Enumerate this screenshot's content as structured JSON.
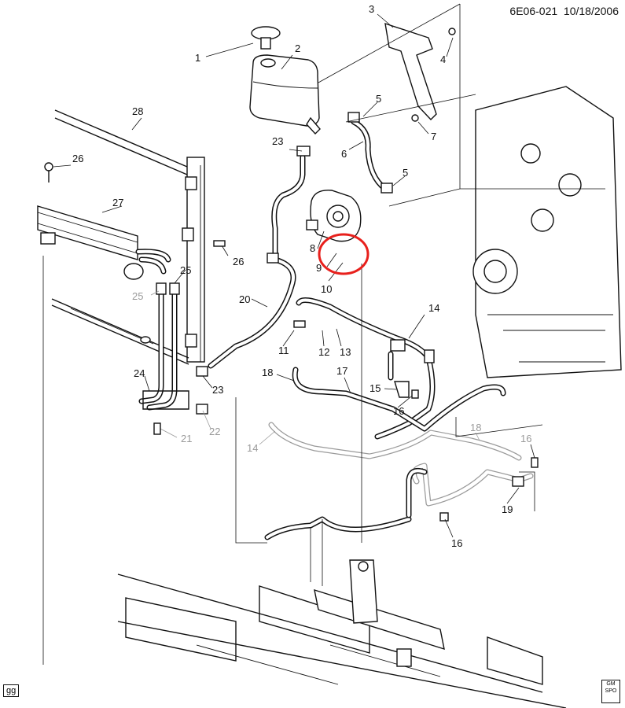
{
  "header": {
    "drawing_id": "6E06-021",
    "date": "10/18/2006"
  },
  "footer": {
    "left_tag": "gg",
    "right_logo": "GM SPO"
  },
  "callouts": [
    {
      "id": "c1",
      "label": "1",
      "gray": false
    },
    {
      "id": "c2",
      "label": "2",
      "gray": false
    },
    {
      "id": "c3",
      "label": "3",
      "gray": false
    },
    {
      "id": "c4",
      "label": "4",
      "gray": false
    },
    {
      "id": "c5a",
      "label": "5",
      "gray": false
    },
    {
      "id": "c5b",
      "label": "5",
      "gray": false
    },
    {
      "id": "c6",
      "label": "6",
      "gray": false
    },
    {
      "id": "c7",
      "label": "7",
      "gray": false
    },
    {
      "id": "c8",
      "label": "8",
      "gray": false
    },
    {
      "id": "c9",
      "label": "9",
      "gray": false
    },
    {
      "id": "c10",
      "label": "10",
      "gray": false
    },
    {
      "id": "c11",
      "label": "11",
      "gray": false
    },
    {
      "id": "c12",
      "label": "12",
      "gray": false
    },
    {
      "id": "c13",
      "label": "13",
      "gray": false
    },
    {
      "id": "c14a",
      "label": "14",
      "gray": false
    },
    {
      "id": "c14b",
      "label": "14",
      "gray": true
    },
    {
      "id": "c15",
      "label": "15",
      "gray": false
    },
    {
      "id": "c16a",
      "label": "16",
      "gray": false
    },
    {
      "id": "c16b",
      "label": "16",
      "gray": true
    },
    {
      "id": "c16c",
      "label": "16",
      "gray": false
    },
    {
      "id": "c17",
      "label": "17",
      "gray": false
    },
    {
      "id": "c18a",
      "label": "18",
      "gray": false
    },
    {
      "id": "c18b",
      "label": "18",
      "gray": true
    },
    {
      "id": "c19",
      "label": "19",
      "gray": false
    },
    {
      "id": "c20",
      "label": "20",
      "gray": false
    },
    {
      "id": "c21",
      "label": "21",
      "gray": true
    },
    {
      "id": "c22",
      "label": "22",
      "gray": true
    },
    {
      "id": "c23a",
      "label": "23",
      "gray": false
    },
    {
      "id": "c23b",
      "label": "23",
      "gray": false
    },
    {
      "id": "c24",
      "label": "24",
      "gray": false
    },
    {
      "id": "c25a",
      "label": "25",
      "gray": false
    },
    {
      "id": "c25b",
      "label": "25",
      "gray": true
    },
    {
      "id": "c26a",
      "label": "26",
      "gray": false
    },
    {
      "id": "c26b",
      "label": "26",
      "gray": false
    },
    {
      "id": "c27",
      "label": "27",
      "gray": false
    },
    {
      "id": "c28",
      "label": "28",
      "gray": false
    }
  ],
  "highlight": {
    "color": "#e8201c",
    "marks": "callout 9"
  }
}
